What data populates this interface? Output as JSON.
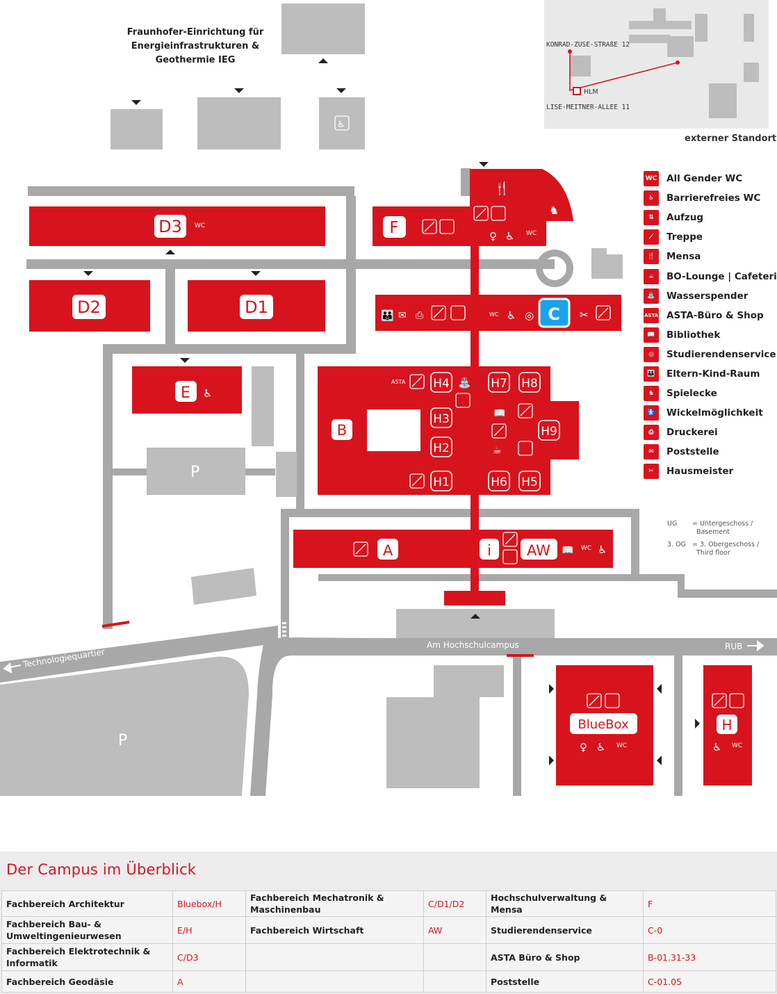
{
  "map": {
    "ieg_label_lines": [
      "Fraunhofer-Einrichtung für",
      "Energieinfrastrukturen &",
      "Geothermie IEG"
    ],
    "external_site_label": "externer Standort",
    "inset": {
      "street_top": "KONRAD-ZUSE-STRAßE 12",
      "street_bottom": "LISE-MEITNER-ALLEE 11",
      "marker": "HLM"
    },
    "buildings": {
      "d3": "D3",
      "d2": "D2",
      "d1": "D1",
      "e": "E",
      "f": "F",
      "c": "C",
      "b": "B",
      "h1": "H1",
      "h2": "H2",
      "h3": "H3",
      "h4": "H4",
      "h5": "H5",
      "h6": "H6",
      "h7": "H7",
      "h8": "H8",
      "h9": "H9",
      "a": "A",
      "aw": "AW",
      "info": "i",
      "bluebox": "BlueBox",
      "h": "H",
      "parking": "P"
    },
    "roads": {
      "campus": "Am Hochschulcampus",
      "techno": "Technologiequartier",
      "rub": "RUB"
    },
    "wc": "WC",
    "asta": "ASTA"
  },
  "legend": [
    {
      "icon": "WC",
      "icon_name": "all-gender-wc-icon",
      "label": "All Gender WC"
    },
    {
      "icon": "♿",
      "icon_name": "accessible-wc-icon",
      "label": "Barrierefreies WC"
    },
    {
      "icon": "⇅",
      "icon_name": "elevator-icon",
      "label": "Aufzug"
    },
    {
      "icon": "⟋",
      "icon_name": "stairs-icon",
      "label": "Treppe"
    },
    {
      "icon": "🍴",
      "icon_name": "mensa-icon",
      "label": "Mensa"
    },
    {
      "icon": "☕",
      "icon_name": "cafeteria-icon",
      "label": "BO-Lounge | Cafeteria"
    },
    {
      "icon": "⛲",
      "icon_name": "water-dispenser-icon",
      "label": "Wasserspender"
    },
    {
      "icon": "ASTA",
      "icon_name": "asta-icon",
      "label": "ASTA-Büro & Shop"
    },
    {
      "icon": "📖",
      "icon_name": "library-icon",
      "label": "Bibliothek"
    },
    {
      "icon": "◎",
      "icon_name": "student-service-icon",
      "label": "Studierendenservice"
    },
    {
      "icon": "👪",
      "icon_name": "parent-child-room-icon",
      "label": "Eltern-Kind-Raum"
    },
    {
      "icon": "♞",
      "icon_name": "play-corner-icon",
      "label": "Spielecke"
    },
    {
      "icon": "🚼",
      "icon_name": "changing-table-icon",
      "label": "Wickelmöglichkeit"
    },
    {
      "icon": "⎙",
      "icon_name": "print-shop-icon",
      "label": "Druckerei"
    },
    {
      "icon": "✉",
      "icon_name": "post-office-icon",
      "label": "Poststelle"
    },
    {
      "icon": "✂",
      "icon_name": "caretaker-icon",
      "label": "Hausmeister"
    }
  ],
  "abbreviations": [
    {
      "key": "UG",
      "value1": "= Untergeschoss /",
      "value2": "Basement"
    },
    {
      "key": "3. OG",
      "value1": "= 3. Obergeschoss /",
      "value2": "Third floor"
    }
  ],
  "overview": {
    "title": "Der Campus im Überblick",
    "rows": [
      [
        "Fachbereich Architektur",
        "Bluebox/H",
        "Fachbereich Mechatronik & Maschinenbau",
        "C/D1/D2",
        "Hochschulverwaltung & Mensa",
        "F"
      ],
      [
        "Fachbereich Bau- & Umweltingenieurwesen",
        "E/H",
        "Fachbereich Wirtschaft",
        "AW",
        "Studierendenservice",
        "C-0"
      ],
      [
        "Fachbereich Elektrotechnik & Informatik",
        "C/D3",
        "",
        "",
        "ASTA Büro & Shop",
        "B-01.31-33"
      ],
      [
        "Fachbereich Geodäsie",
        "A",
        "",
        "",
        "Poststelle",
        "C-01.05"
      ]
    ]
  },
  "colors": {
    "brand_red": "#d7141d",
    "gray": "#bdbdbd",
    "road": "#a8a8a8",
    "highlight": "#1aa3e8"
  }
}
